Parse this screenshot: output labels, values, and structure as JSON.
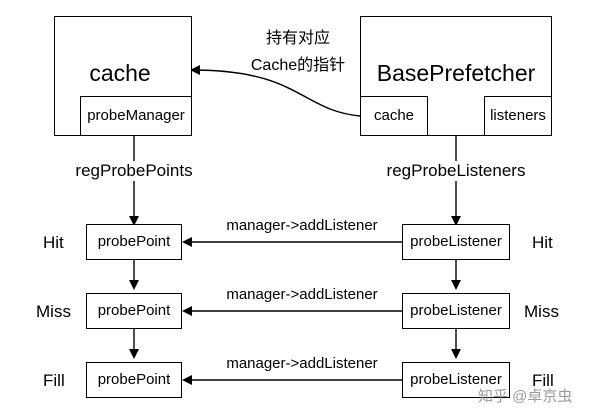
{
  "left": {
    "cache_title": "cache",
    "probe_manager": "probeManager"
  },
  "right": {
    "prefetcher_title": "BasePrefetcher",
    "cache_field": "cache",
    "listeners_field": "listeners"
  },
  "annotation": {
    "line1": "持有对应",
    "line2": "Cache的指针"
  },
  "edges": {
    "reg_probe_points": "regProbePoints",
    "reg_probe_listeners": "regProbeListeners",
    "add_listener": "manager->addListener"
  },
  "rows": [
    {
      "event": "Hit",
      "probe_point": "probePoint",
      "probe_listener": "probeListener"
    },
    {
      "event": "Miss",
      "probe_point": "probePoint",
      "probe_listener": "probeListener"
    },
    {
      "event": "Fill",
      "probe_point": "probePoint",
      "probe_listener": "probeListener"
    }
  ],
  "watermark": {
    "text": "知乎 @卓京虫"
  }
}
